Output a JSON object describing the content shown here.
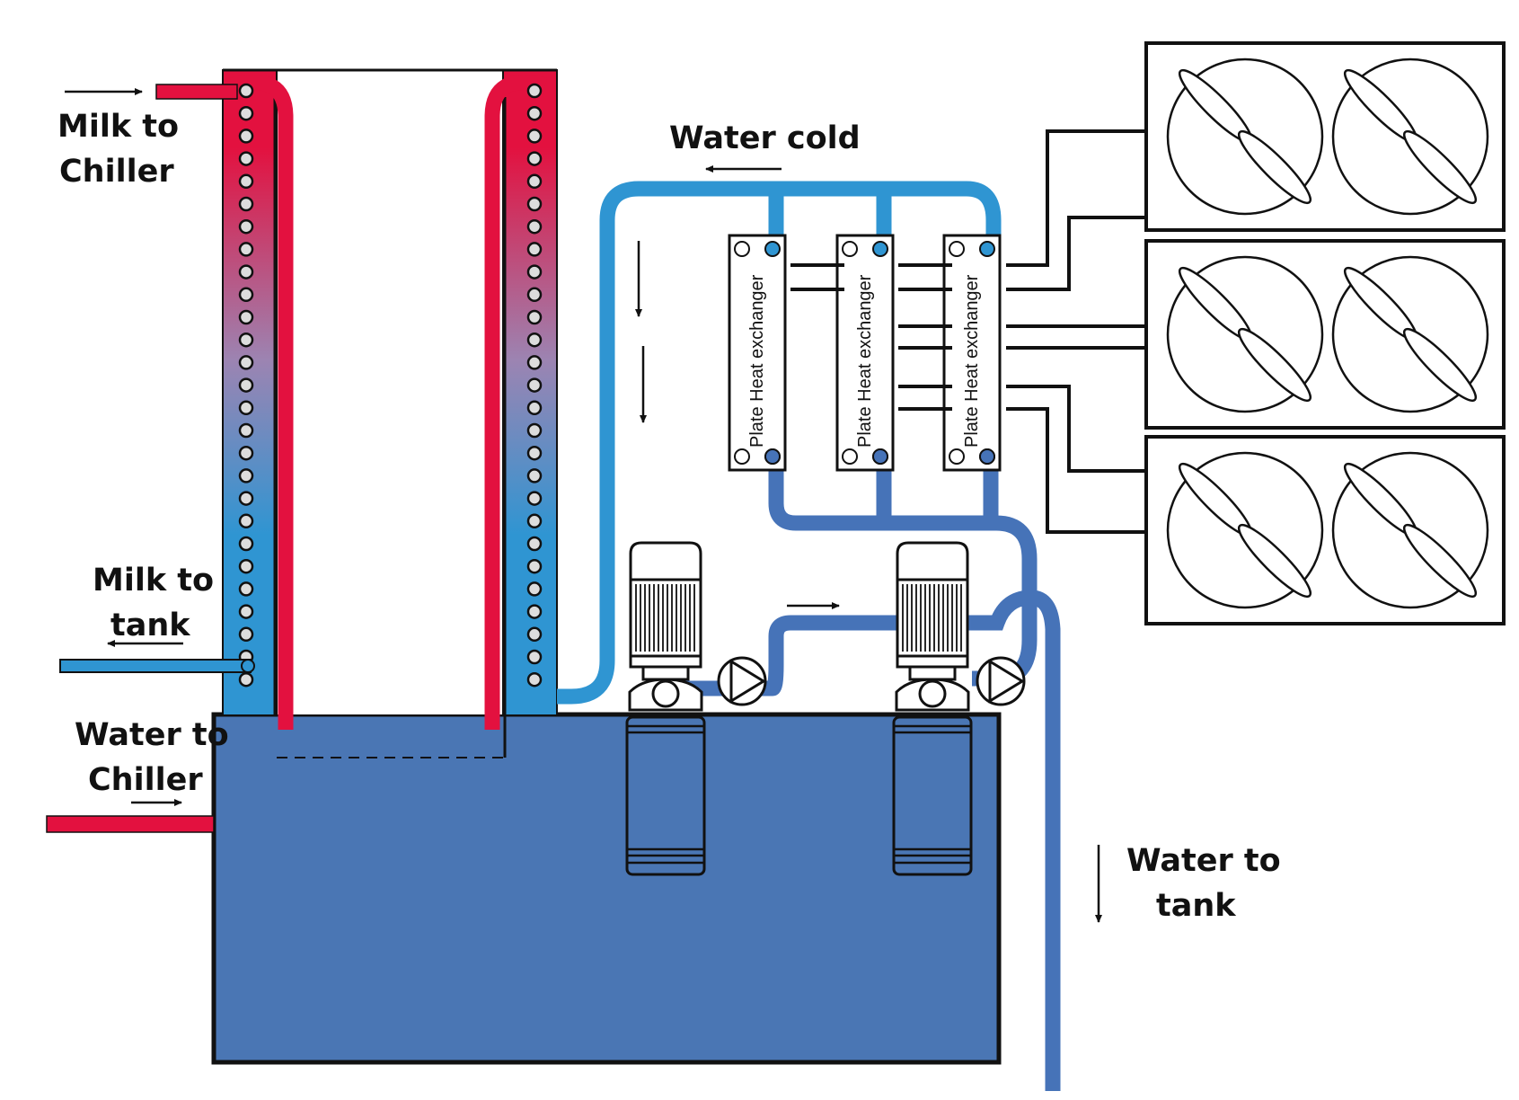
{
  "labels": {
    "milk_to_chiller": [
      "Milk to",
      "Chiller"
    ],
    "milk_to_tank": [
      "Milk to",
      "tank"
    ],
    "water_to_chiller": [
      "Water to",
      "Chiller"
    ],
    "water_cold": "Water cold",
    "water_to_tank": [
      "Water to",
      "tank"
    ]
  },
  "heat_exchangers": [
    {
      "label": "Plate Heat exchanger"
    },
    {
      "label": "Plate Heat exchanger"
    },
    {
      "label": "Plate Heat exchanger"
    }
  ],
  "pumps": [
    {
      "id": "pump-1"
    },
    {
      "id": "pump-2"
    }
  ],
  "condenser_fans": [
    {
      "row": 1,
      "fans": 2
    },
    {
      "row": 2,
      "fans": 2
    },
    {
      "row": 3,
      "fans": 2
    }
  ],
  "colors": {
    "milk_hot": "#e3113f",
    "water_cold": "#2f95d2",
    "water_return": "#4673b8",
    "tank_fill": "#4a76b4",
    "outline": "#111111"
  }
}
